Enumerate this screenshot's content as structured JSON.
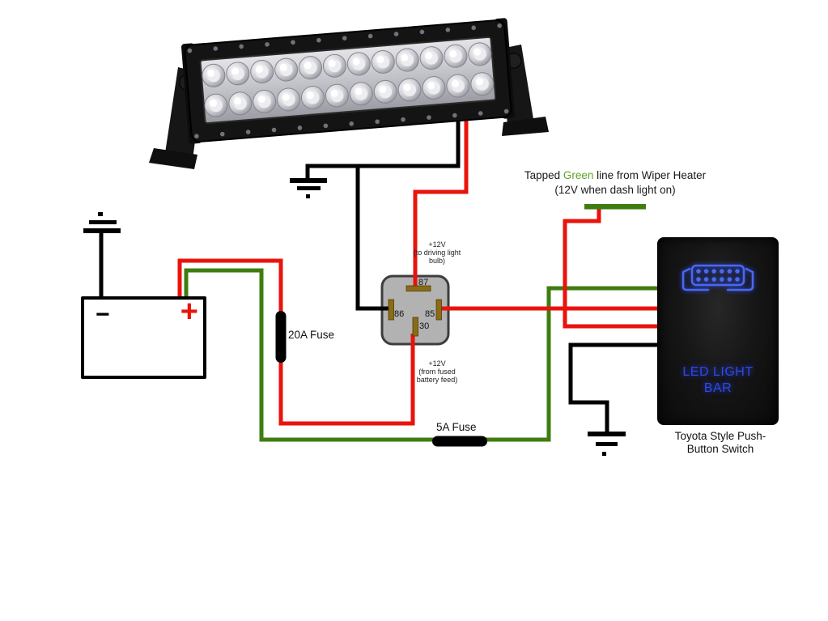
{
  "colors": {
    "wire_red": "#e8140c",
    "wire_green": "#3f7d10",
    "wire_black": "#000000",
    "tap_green_word": "#5da324",
    "relay_body": "#b2b2b2",
    "relay_pin": "#8a6c15",
    "switch_icon_blue": "#4a68f0",
    "switch_text_blue": "#2d49e8"
  },
  "light_bar": {
    "rows": 2,
    "leds_per_row": 12,
    "screws_per_edge": 13
  },
  "battery": {
    "negative_label": "−",
    "positive_label": "+"
  },
  "fuse_20a_label": "20A Fuse",
  "fuse_5a_label": "5A Fuse",
  "relay": {
    "pin87": "87",
    "pin86": "86",
    "pin85": "85",
    "pin30": "30",
    "top_note": {
      "l1": "+12V",
      "l2": "(to driving light",
      "l3": "bulb)"
    },
    "bottom_note": {
      "l1": "+12V",
      "l2": "(from fused",
      "l3": "battery feed)"
    }
  },
  "tap_note": {
    "pre": "Tapped ",
    "green_word": "Green",
    "post": " line from Wiper Heater",
    "line2": "(12V when dash light on)"
  },
  "switch": {
    "led_line1": "LED LIGHT",
    "led_line2": "BAR",
    "caption_line1": "Toyota Style Push-",
    "caption_line2": "Button Switch"
  }
}
